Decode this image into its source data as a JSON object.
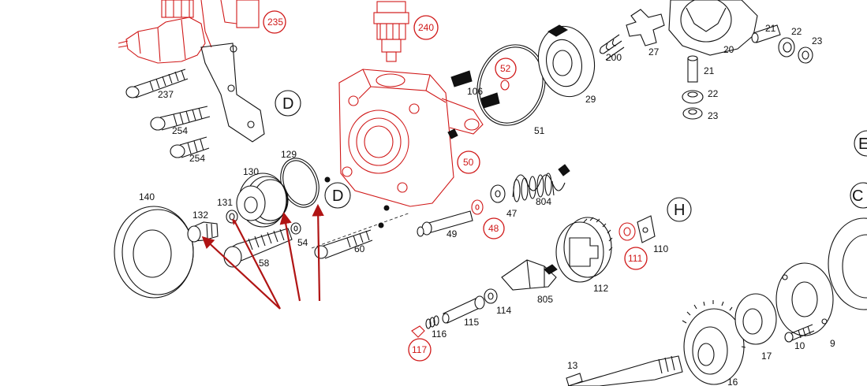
{
  "diagram": {
    "part_labels": [
      {
        "id": "p235",
        "text": "235",
        "highlight": true
      },
      {
        "id": "p240",
        "text": "240",
        "highlight": true
      },
      {
        "id": "p237",
        "text": "237",
        "highlight": false
      },
      {
        "id": "p254a",
        "text": "254",
        "highlight": false
      },
      {
        "id": "p254b",
        "text": "254",
        "highlight": false
      },
      {
        "id": "p52",
        "text": "52",
        "highlight": true
      },
      {
        "id": "p106",
        "text": "106",
        "highlight": false
      },
      {
        "id": "p51",
        "text": "51",
        "highlight": false
      },
      {
        "id": "p29",
        "text": "29",
        "highlight": false
      },
      {
        "id": "p200",
        "text": "200",
        "highlight": false
      },
      {
        "id": "p27",
        "text": "27",
        "highlight": false
      },
      {
        "id": "p20",
        "text": "20",
        "highlight": false
      },
      {
        "id": "p21a",
        "text": "21",
        "highlight": false
      },
      {
        "id": "p21b",
        "text": "21",
        "highlight": false
      },
      {
        "id": "p22a",
        "text": "22",
        "highlight": false
      },
      {
        "id": "p22b",
        "text": "22",
        "highlight": false
      },
      {
        "id": "p23a",
        "text": "23",
        "highlight": false
      },
      {
        "id": "p23b",
        "text": "23",
        "highlight": false
      },
      {
        "id": "p129",
        "text": "129",
        "highlight": false
      },
      {
        "id": "p130",
        "text": "130",
        "highlight": false
      },
      {
        "id": "p140",
        "text": "140",
        "highlight": false
      },
      {
        "id": "p131",
        "text": "131",
        "highlight": false
      },
      {
        "id": "p132",
        "text": "132",
        "highlight": false
      },
      {
        "id": "p50",
        "text": "50",
        "highlight": true
      },
      {
        "id": "p47",
        "text": "47",
        "highlight": false
      },
      {
        "id": "p804",
        "text": "804",
        "highlight": false
      },
      {
        "id": "p48",
        "text": "48",
        "highlight": true
      },
      {
        "id": "p49",
        "text": "49",
        "highlight": false
      },
      {
        "id": "p54",
        "text": "54",
        "highlight": false
      },
      {
        "id": "p58",
        "text": "58",
        "highlight": false
      },
      {
        "id": "p60",
        "text": "60",
        "highlight": false
      },
      {
        "id": "p110",
        "text": "110",
        "highlight": false
      },
      {
        "id": "p111",
        "text": "111",
        "highlight": true
      },
      {
        "id": "p112",
        "text": "112",
        "highlight": false
      },
      {
        "id": "p805",
        "text": "805",
        "highlight": false
      },
      {
        "id": "p114",
        "text": "114",
        "highlight": false
      },
      {
        "id": "p115",
        "text": "115",
        "highlight": false
      },
      {
        "id": "p116",
        "text": "116",
        "highlight": false
      },
      {
        "id": "p117",
        "text": "117",
        "highlight": true
      },
      {
        "id": "p13",
        "text": "13",
        "highlight": false
      },
      {
        "id": "p16",
        "text": "16",
        "highlight": false
      },
      {
        "id": "p17",
        "text": "17",
        "highlight": false
      },
      {
        "id": "p10",
        "text": "10",
        "highlight": false
      },
      {
        "id": "p9",
        "text": "9",
        "highlight": false
      }
    ],
    "reference_markers": [
      {
        "id": "ref_d1",
        "text": "D"
      },
      {
        "id": "ref_d2",
        "text": "D"
      },
      {
        "id": "ref_h",
        "text": "H"
      },
      {
        "id": "ref_e",
        "text": "E"
      },
      {
        "id": "ref_c",
        "text": "C"
      }
    ],
    "colors": {
      "line": "#111111",
      "highlight": "#d01818",
      "arrow": "#b01414",
      "background": "#ffffff"
    }
  }
}
